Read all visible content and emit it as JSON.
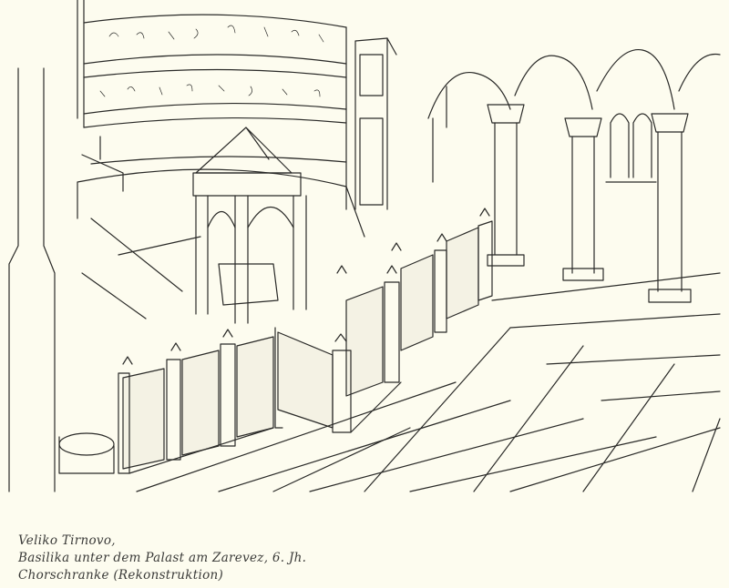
{
  "figure": {
    "subject": "Chorschranke",
    "colors": {
      "paper": "#fdfcef",
      "ink": "#2a2a28"
    }
  },
  "caption": {
    "line1": "Veliko Tirnovo,",
    "line2": "Basilika unter dem Palast am Zarevez, 6. Jh.",
    "line3": "Chorschranke (Rekonstruktion)"
  }
}
